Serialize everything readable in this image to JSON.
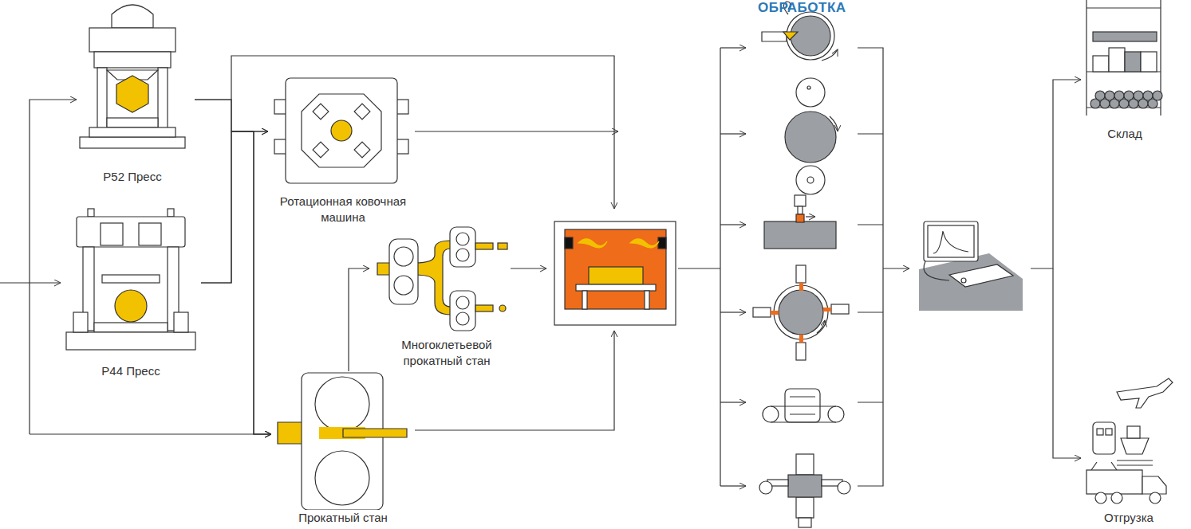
{
  "diagram": {
    "title": "ОБРАБОТКА",
    "nodes": [
      {
        "text": [
          "Р52 Пресс"
        ]
      },
      {
        "text": [
          "Р44 Пресс"
        ]
      },
      {
        "text": [
          "Ротационная ковочная машина"
        ]
      },
      {
        "text": [
          "Многоклетьевой прокатный стан"
        ]
      },
      {
        "text": [
          "Прокатный стан"
        ]
      },
      {
        "text": [
          "Склад"
        ]
      },
      {
        "text": [
          "Отгрузка"
        ]
      }
    ],
    "edges": [
      {
        "from": 0,
        "to": 2,
        "arrow": "to"
      },
      {
        "from": 1,
        "to": 2,
        "arrow": "to"
      },
      {
        "from": 0,
        "to": 4,
        "arrow": "to"
      },
      {
        "from": 1,
        "to": 4,
        "arrow": "to"
      },
      {
        "from": 4,
        "to": 3,
        "arrow": "to"
      }
    ]
  }
}
